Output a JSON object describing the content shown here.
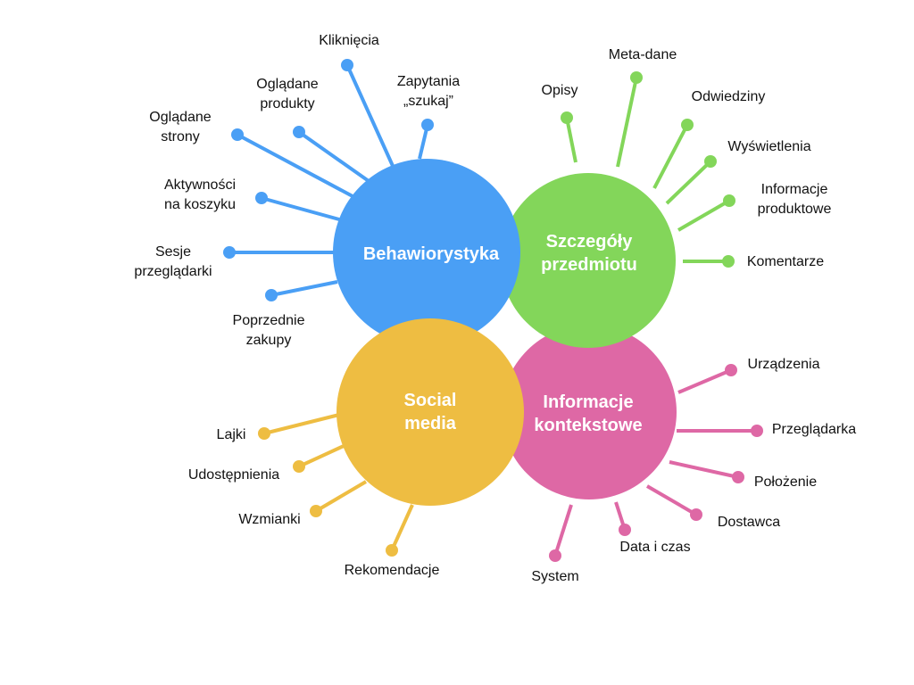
{
  "colors": {
    "behavior": "#4A9FF5",
    "product": "#83D65A",
    "social": "#EEBD42",
    "context": "#DE68A5"
  },
  "hubs": {
    "behavior": {
      "lines": [
        "Behawiorystyka"
      ]
    },
    "product": {
      "lines": [
        "Szczegóły",
        "przedmiotu"
      ]
    },
    "social": {
      "lines": [
        "Social",
        "media"
      ]
    },
    "context": {
      "lines": [
        "Informacje",
        "kontekstowe"
      ]
    }
  },
  "branches": {
    "behavior": [
      {
        "lines": [
          "Kliknięcia"
        ]
      },
      {
        "lines": [
          "Zapytania",
          "„szukaj”"
        ]
      },
      {
        "lines": [
          "Oglądane",
          "produkty"
        ]
      },
      {
        "lines": [
          "Oglądane",
          "strony"
        ]
      },
      {
        "lines": [
          "Aktywności",
          "na koszyku"
        ]
      },
      {
        "lines": [
          "Sesje",
          "przeglądarki"
        ]
      },
      {
        "lines": [
          "Poprzednie",
          "zakupy"
        ]
      }
    ],
    "product": [
      {
        "lines": [
          "Opisy"
        ]
      },
      {
        "lines": [
          "Meta-dane"
        ]
      },
      {
        "lines": [
          "Odwiedziny"
        ]
      },
      {
        "lines": [
          "Wyświetlenia"
        ]
      },
      {
        "lines": [
          "Informacje",
          "produktowe"
        ]
      },
      {
        "lines": [
          "Komentarze"
        ]
      }
    ],
    "context": [
      {
        "lines": [
          "Urządzenia"
        ]
      },
      {
        "lines": [
          "Przeglądarka"
        ]
      },
      {
        "lines": [
          "Położenie"
        ]
      },
      {
        "lines": [
          "Dostawca"
        ]
      },
      {
        "lines": [
          "Data i czas"
        ]
      },
      {
        "lines": [
          "System"
        ]
      }
    ],
    "social": [
      {
        "lines": [
          "Lajki"
        ]
      },
      {
        "lines": [
          "Udostępnienia"
        ]
      },
      {
        "lines": [
          "Wzmianki"
        ]
      },
      {
        "lines": [
          "Rekomendacje"
        ]
      }
    ]
  }
}
